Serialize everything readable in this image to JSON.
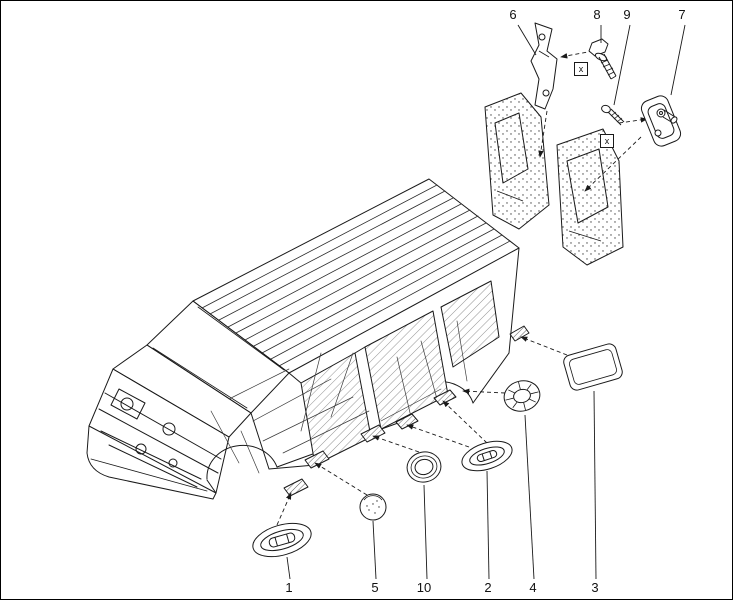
{
  "colors": {
    "background": "#ffffff",
    "line": "#1a1a1a"
  },
  "callouts": {
    "top": [
      {
        "label": "6"
      },
      {
        "label": "8"
      },
      {
        "label": "9"
      },
      {
        "label": "7"
      }
    ],
    "bottom": [
      {
        "label": "1"
      },
      {
        "label": "5"
      },
      {
        "label": "10"
      },
      {
        "label": "2"
      },
      {
        "label": "4"
      },
      {
        "label": "3"
      }
    ],
    "markers": [
      {
        "label": "x"
      },
      {
        "label": "x"
      }
    ]
  }
}
